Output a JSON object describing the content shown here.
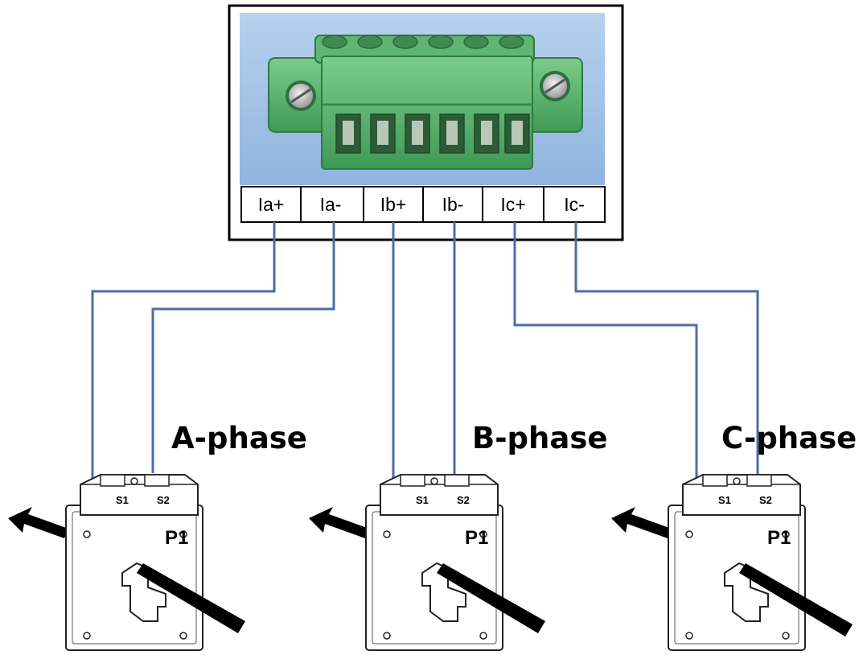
{
  "colors": {
    "wire": "#4a6fa5",
    "connector_green": "#5fb571",
    "photo_bg": "#9ec1e6"
  },
  "connector": {
    "terminals": [
      "Ia+",
      "Ia-",
      "Ib+",
      "Ib-",
      "Ic+",
      "Ic-"
    ]
  },
  "transformers": [
    {
      "phase": "A-phase",
      "s1": "S1",
      "s2": "S2",
      "primary": "P1"
    },
    {
      "phase": "B-phase",
      "s1": "S1",
      "s2": "S2",
      "primary": "P1"
    },
    {
      "phase": "C-phase",
      "s1": "S1",
      "s2": "S2",
      "primary": "P1"
    }
  ]
}
